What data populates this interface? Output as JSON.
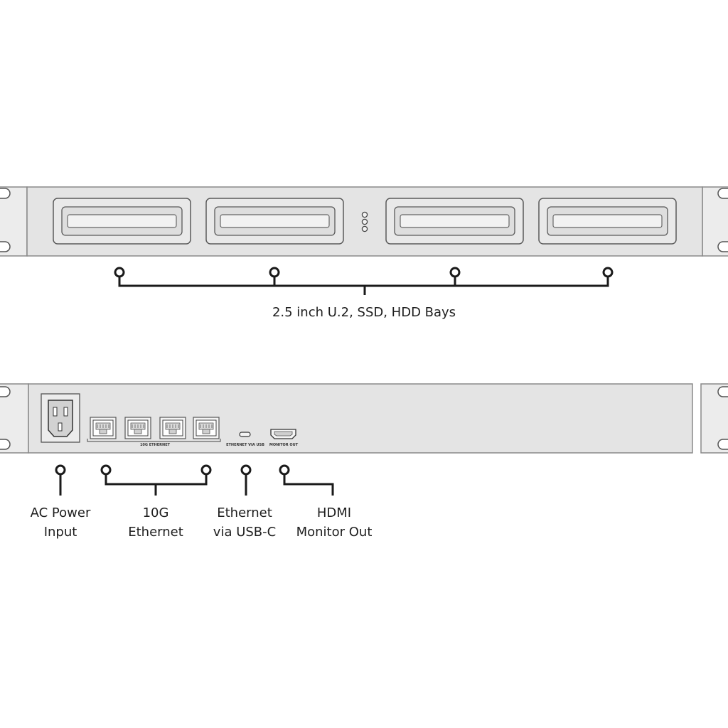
{
  "front": {
    "bays_label": "2.5 inch U.2, SSD, HDD Bays"
  },
  "rear": {
    "panel_labels": {
      "ethernet_10g": "10G ETHERNET",
      "ethernet_usb": "ETHERNET VIA USB",
      "monitor_out": "MONITOR OUT"
    },
    "callouts": [
      {
        "line1": "AC Power",
        "line2": "Input"
      },
      {
        "line1": "10G",
        "line2": "Ethernet"
      },
      {
        "line1": "Ethernet",
        "line2": "via USB-C"
      },
      {
        "line1": "HDMI",
        "line2": "Monitor Out"
      }
    ]
  },
  "colors": {
    "panel_fill": "#e4e4e4",
    "panel_stroke": "#8a8a8a",
    "callout_line": "#1a1a1a"
  }
}
